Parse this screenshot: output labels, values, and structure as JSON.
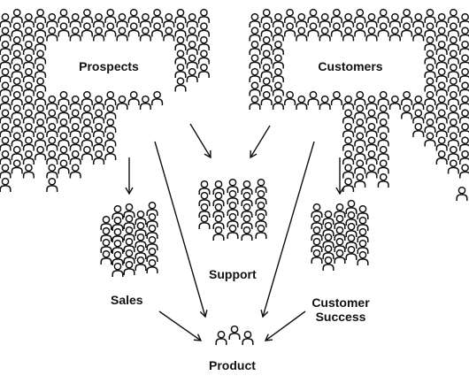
{
  "diagram": {
    "labels": {
      "prospects": "Prospects",
      "customers": "Customers",
      "support": "Support",
      "sales": "Sales",
      "customer_success_line1": "Customer",
      "customer_success_line2": "Success",
      "product": "Product"
    },
    "colors": {
      "ink": "#111111",
      "background": "#ffffff"
    },
    "icon": "person-outline-icon"
  }
}
